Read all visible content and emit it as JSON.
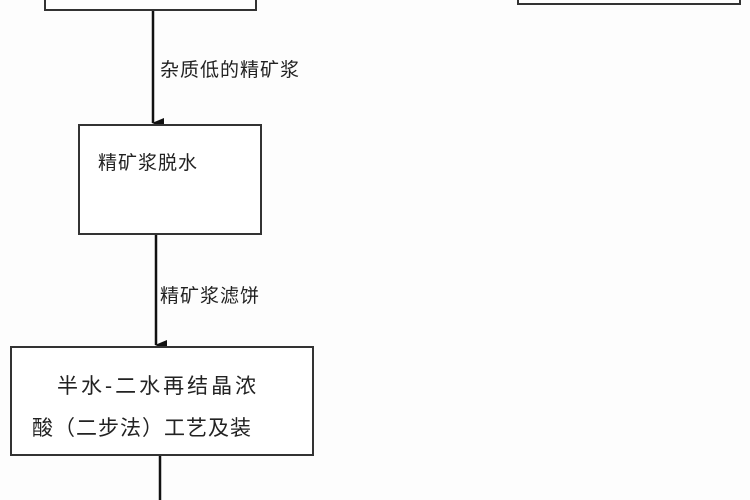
{
  "flow": {
    "box_process": {
      "line1": "精矿浆脱水"
    },
    "box_final": {
      "line1": "半水-二水再结晶浓",
      "line2": "酸（二步法）工艺及装"
    },
    "edge_1_label": "杂质低的精矿浆",
    "edge_2_label": "精矿浆滤饼"
  }
}
